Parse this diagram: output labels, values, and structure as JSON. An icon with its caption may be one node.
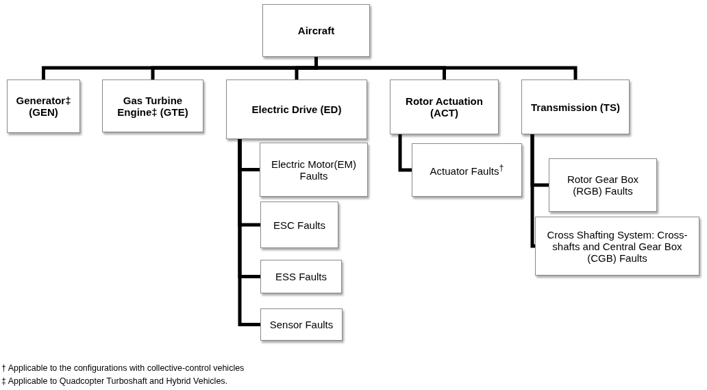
{
  "diagram": {
    "nodes": [
      {
        "text": [
          "Aircraft"
        ]
      },
      {
        "text": [
          "Generator‡ (GEN)"
        ]
      },
      {
        "text": [
          "Gas Turbine Engine‡ (GTE)"
        ]
      },
      {
        "text": [
          "Electric Drive (ED)"
        ]
      },
      {
        "text": [
          "Rotor Actuation (ACT)"
        ]
      },
      {
        "text": [
          "Transmission (TS)"
        ]
      },
      {
        "text": [
          "Electric Motor(EM) Faults"
        ]
      },
      {
        "text": [
          "ESC Faults"
        ]
      },
      {
        "text": [
          "ESS Faults"
        ]
      },
      {
        "text": [
          "Sensor Faults"
        ]
      },
      {
        "text": [
          "Actuator Faults$^{†}$"
        ]
      },
      {
        "text": [
          "Rotor Gear Box (RGB) Faults"
        ]
      },
      {
        "text": [
          "Cross Shafting System: Cross-shafts and Central Gear Box  (CGB) Faults"
        ]
      }
    ],
    "edges": [
      {
        "from": 0,
        "to": 1,
        "arrow": "none"
      },
      {
        "from": 0,
        "to": 2,
        "arrow": "none"
      },
      {
        "from": 0,
        "to": 3,
        "arrow": "none"
      },
      {
        "from": 0,
        "to": 4,
        "arrow": "none"
      },
      {
        "from": 0,
        "to": 5,
        "arrow": "none"
      },
      {
        "from": 3,
        "to": 6,
        "arrow": "none"
      },
      {
        "from": 3,
        "to": 7,
        "arrow": "none"
      },
      {
        "from": 3,
        "to": 8,
        "arrow": "none"
      },
      {
        "from": 3,
        "to": 9,
        "arrow": "none"
      },
      {
        "from": 4,
        "to": 10,
        "arrow": "none"
      },
      {
        "from": 5,
        "to": 11,
        "arrow": "none"
      },
      {
        "from": 5,
        "to": 12,
        "arrow": "none"
      }
    ],
    "labels": [
      "† Applicable to the configurations with collective-control vehicles",
      "‡ Applicable to Quadcopter Turboshaft and Hybrid Vehicles."
    ]
  }
}
